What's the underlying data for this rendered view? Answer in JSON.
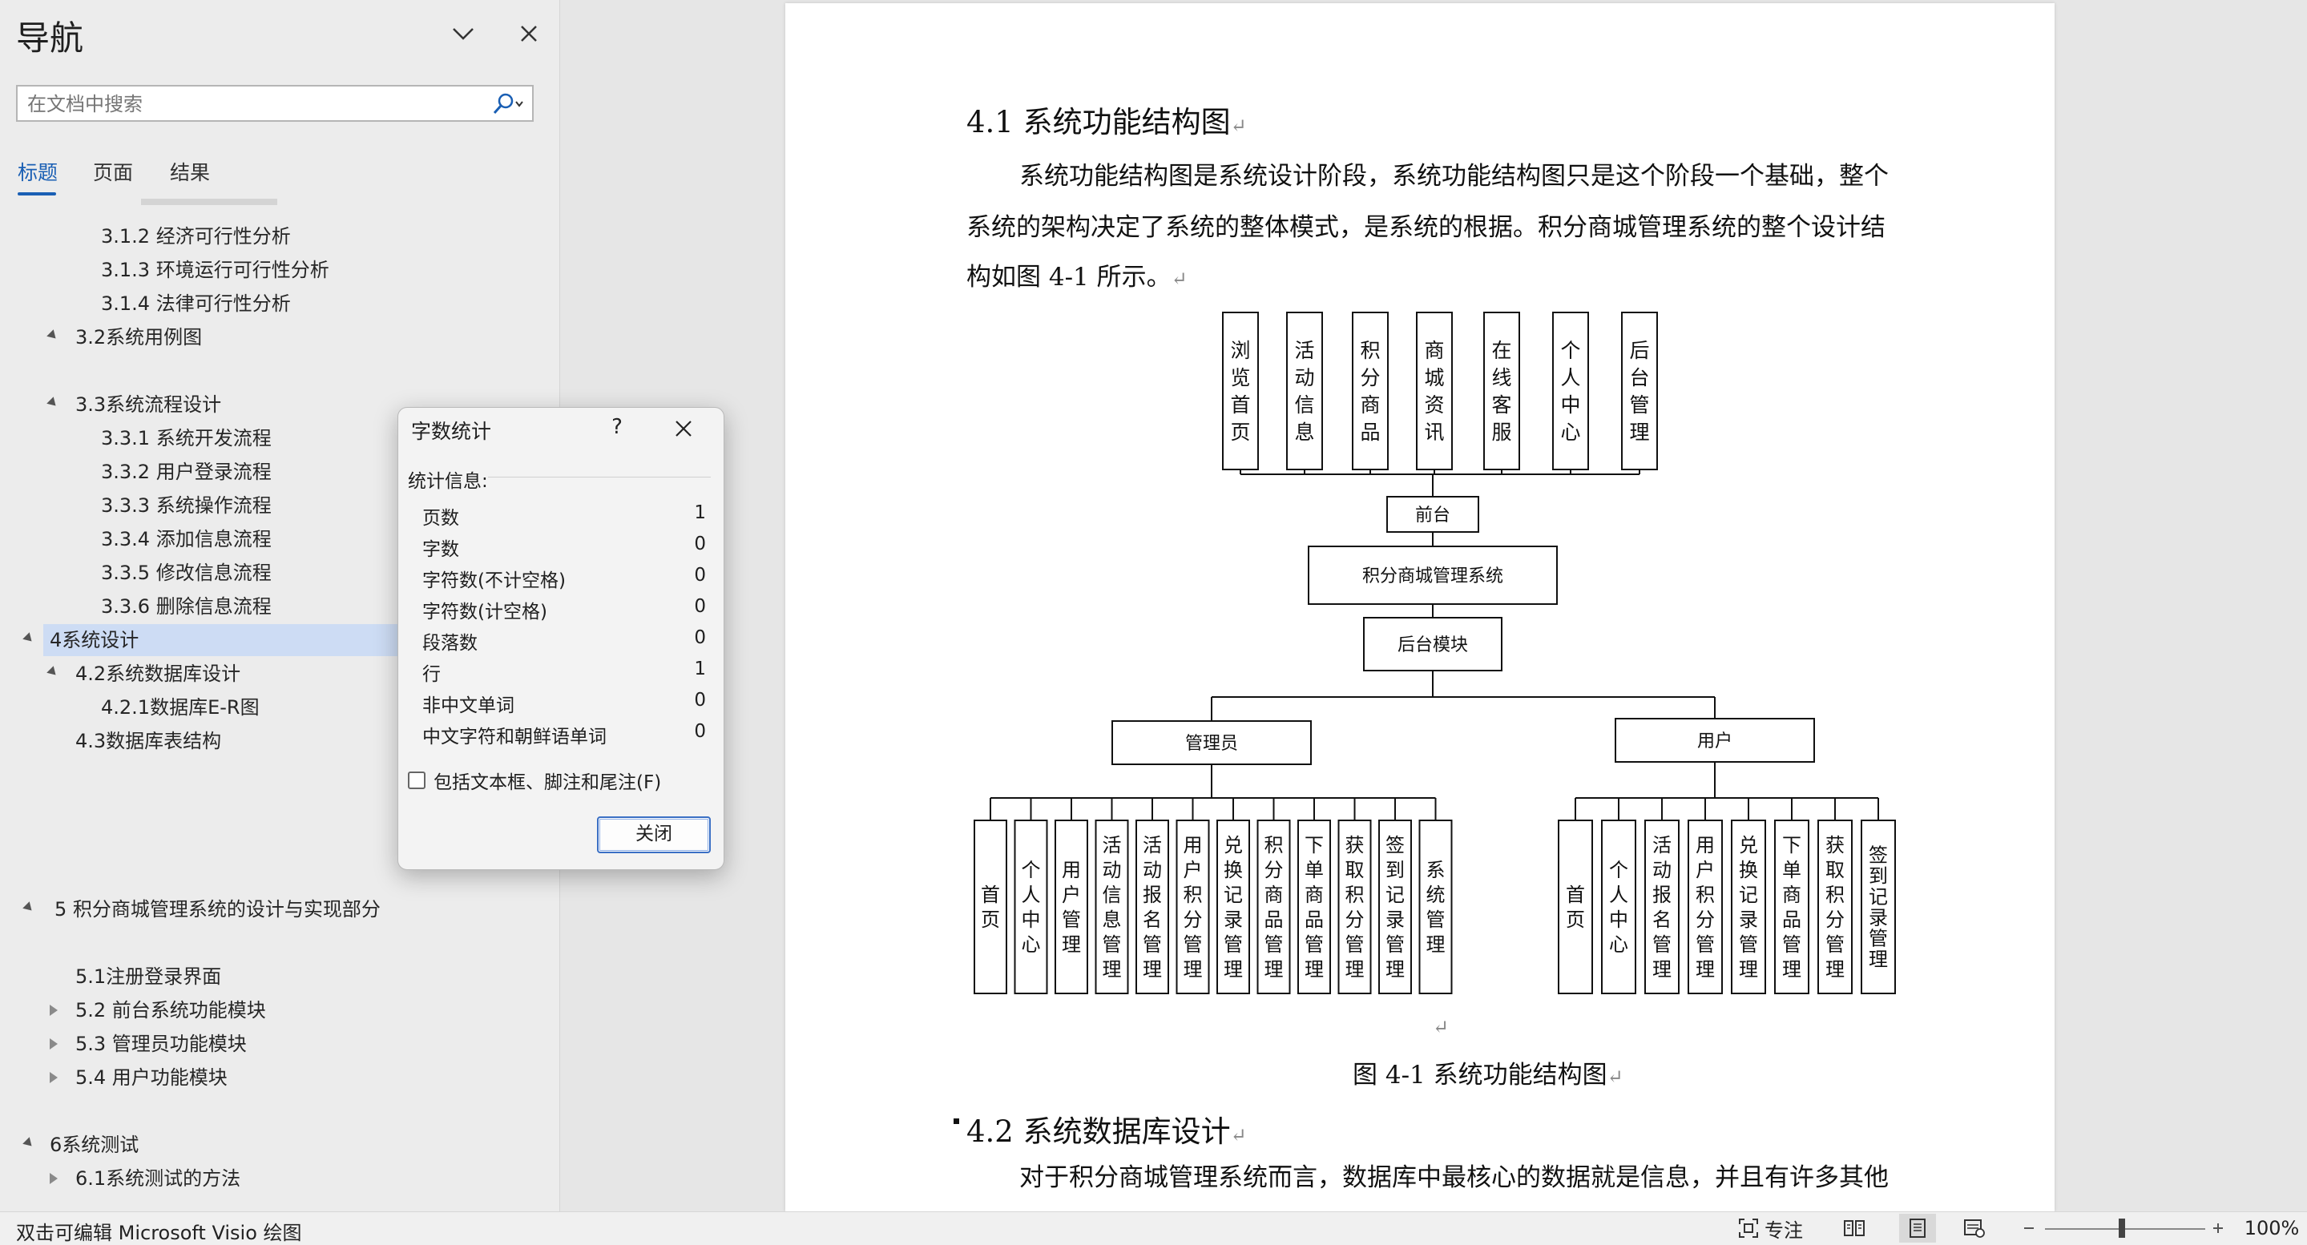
{
  "nav": {
    "title": "导航",
    "search_placeholder": "在文档中搜索",
    "tabs": [
      "标题",
      "页面",
      "结果"
    ],
    "items": [
      "3.1.2 经济可行性分析",
      "3.1.3 环境运行可行性分析",
      "3.1.4 法律可行性分析",
      "3.2系统用例图",
      "3.3系统流程设计",
      "3.3.1 系统开发流程",
      "3.3.2 用户登录流程",
      "3.3.3 系统操作流程",
      "3.3.4 添加信息流程",
      "3.3.5 修改信息流程",
      "3.3.6 删除信息流程",
      "4系统设计",
      "4.2系统数据库设计",
      "4.2.1数据库E-R图",
      "4.3数据库表结构",
      "5 积分商城管理系统的设计与实现部分",
      "5.1注册登录界面",
      "5.2 前台系统功能模块",
      "5.3 管理员功能模块",
      "5.4 用户功能模块",
      "6系统测试",
      "6.1系统测试的方法"
    ]
  },
  "dialog": {
    "title": "字数统计",
    "help": "?",
    "section": "统计信息:",
    "stats": [
      {
        "label": "页数",
        "value": "1"
      },
      {
        "label": "字数",
        "value": "0"
      },
      {
        "label": "字符数(不计空格)",
        "value": "0"
      },
      {
        "label": "字符数(计空格)",
        "value": "0"
      },
      {
        "label": "段落数",
        "value": "0"
      },
      {
        "label": "行",
        "value": "1"
      },
      {
        "label": "非中文单词",
        "value": "0"
      },
      {
        "label": "中文字符和朝鲜语单词",
        "value": "0"
      }
    ],
    "checkbox_label": "包括文本框、脚注和尾注(F)",
    "checkbox_checked": false,
    "close_label": "关闭"
  },
  "doc": {
    "heading_41": "4.1 系统功能结构图",
    "para1_line1": "系统功能结构图是系统设计阶段，系统功能结构图只是这个阶段一个基础，整个",
    "para1_line2": "系统的架构决定了系统的整体模式，是系统的根据。积分商城管理系统的整个设计结",
    "para1_line3": "构如图 4-1 所示。",
    "figure_caption": "图 4-1 系统功能结构图",
    "heading_42": "4.2 系统数据库设计",
    "para2_line1": "对于积分商城管理系统而言，数据库中最核心的数据就是信息，并且有许多其他",
    "pilcrow": "↵"
  },
  "diagram": {
    "top_modules": [
      "浏览首页",
      "活动信息",
      "积分商品",
      "商城资讯",
      "在线客服",
      "个人中心",
      "后台管理"
    ],
    "frontend": "前台",
    "system": "积分商城管理系统",
    "backend": "后台模块",
    "admin": "管理员",
    "user": "用户",
    "admin_modules": [
      "首页",
      "个人中心",
      "用户管理",
      "活动信息管理",
      "活动报名管理",
      "用户积分管理",
      "兑换记录管理",
      "积分商品管理",
      "下单商品管理",
      "获取积分管理",
      "签到记录管理",
      "系统管理"
    ],
    "user_modules": [
      "首页",
      "个人中心",
      "活动报名管理",
      "用户积分管理",
      "兑换记录管理",
      "下单商品管理",
      "获取积分管理",
      "签到记录管理"
    ]
  },
  "status": {
    "left_text": "双击可编辑 Microsoft Visio 绘图",
    "focus_label": "专注",
    "zoom": "100%"
  }
}
